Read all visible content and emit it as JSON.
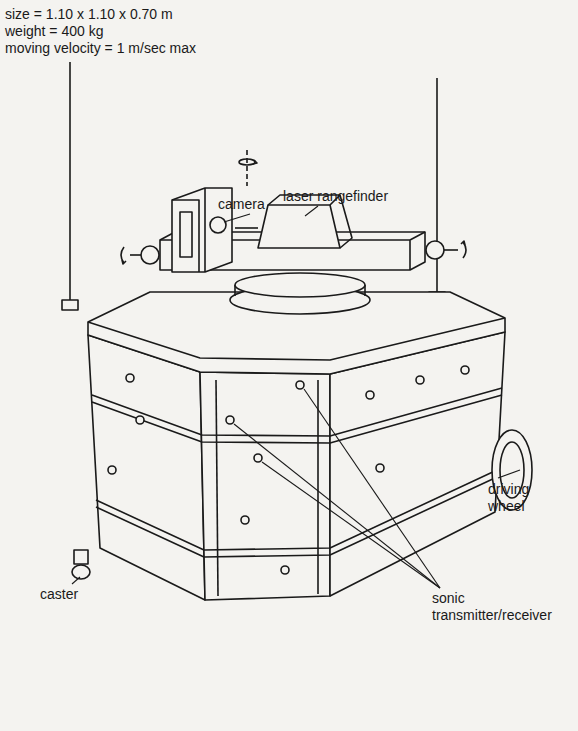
{
  "diagram": {
    "labels": [
      "size = 1.10 x 1.10 x 0.70 m",
      "weight = 400 kg",
      "moving velocity = 1 m/sec max",
      "camera",
      "laser rangefinder",
      "driving wheel",
      "caster",
      "sonic transmitter/receiver"
    ]
  }
}
